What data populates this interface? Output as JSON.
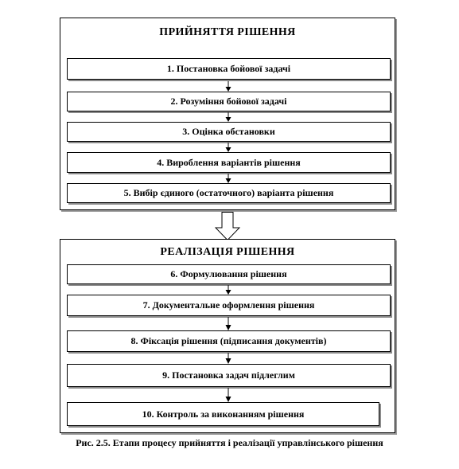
{
  "groups": [
    {
      "title": "ПРИЙНЯТТЯ РІШЕННЯ",
      "steps": [
        "1.  Постановка бойової задачі",
        "2.  Розуміння бойової задачі",
        "3.  Оцінка обстановки",
        "4.  Вироблення варіантів рішення",
        "5.  Вибір єдиного (остаточного) варіанта рішення"
      ]
    },
    {
      "title": "РЕАЛІЗАЦІЯ РІШЕННЯ",
      "steps": [
        "6.  Формулювання рішення",
        "7.  Документальне оформлення рішення",
        "8.  Фіксація  рішення  (підписання документів)",
        "9.  Постановка задач підлеглим",
        "10. Контроль за виконанням рішення"
      ]
    }
  ],
  "caption": "Рис. 2.5. Етапи процесу прийняття і реалізації  управлінського  рішення"
}
